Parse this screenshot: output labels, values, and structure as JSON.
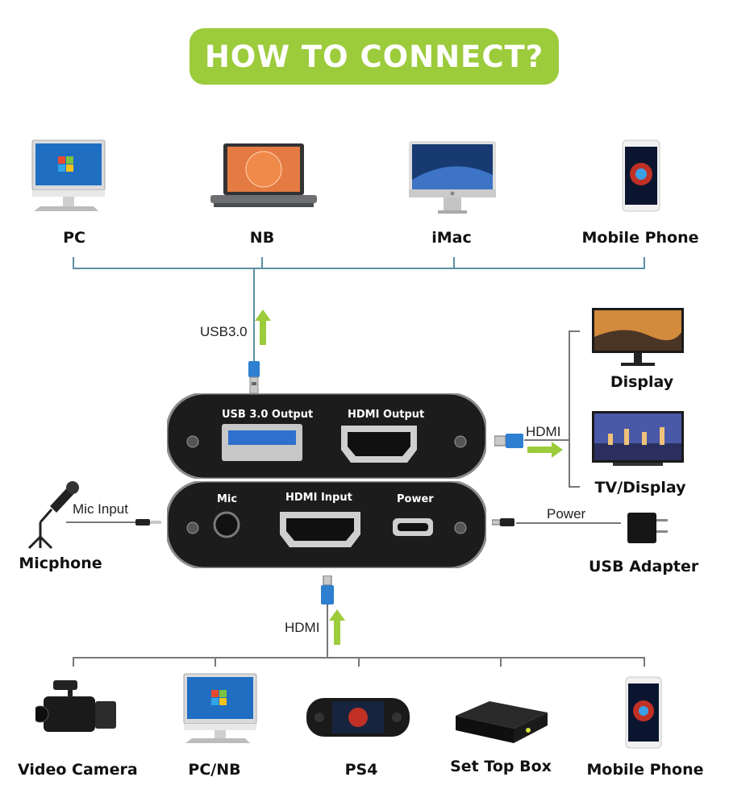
{
  "title": "HOW TO CONNECT?",
  "top_devices": [
    {
      "label": "PC",
      "icon": "monitor-icon"
    },
    {
      "label": "NB",
      "icon": "laptop-icon"
    },
    {
      "label": "iMac",
      "icon": "imac-icon"
    },
    {
      "label": "Mobile Phone",
      "icon": "phone-icon"
    }
  ],
  "usb_label": "USB3.0",
  "device_ports": {
    "usb_output": "USB 3.0 Output",
    "hdmi_output": "HDMI Output",
    "mic": "Mic",
    "hdmi_input": "HDMI  Input",
    "power": "Power"
  },
  "right_devices": {
    "display": "Display",
    "tv_display": "TV/Display",
    "hdmi_label": "HDMI",
    "power_label": "Power",
    "usb_adapter": "USB Adapter"
  },
  "left_devices": {
    "mic_input_label": "Mic Input",
    "micphone": "Micphone"
  },
  "hdmi_in_label": "HDMI",
  "bottom_devices": [
    {
      "label": "Video Camera",
      "icon": "video-camera-icon"
    },
    {
      "label": "PC/NB",
      "icon": "monitor-icon"
    },
    {
      "label": "PS4",
      "icon": "handheld-console-icon"
    },
    {
      "label": "Set Top Box",
      "icon": "set-top-box-icon"
    },
    {
      "label": "Mobile Phone",
      "icon": "phone-icon"
    }
  ],
  "colors": {
    "accent_green": "#9ccb3b",
    "line_blue": "#5b8ea3",
    "device_black": "#1c1c1c"
  }
}
